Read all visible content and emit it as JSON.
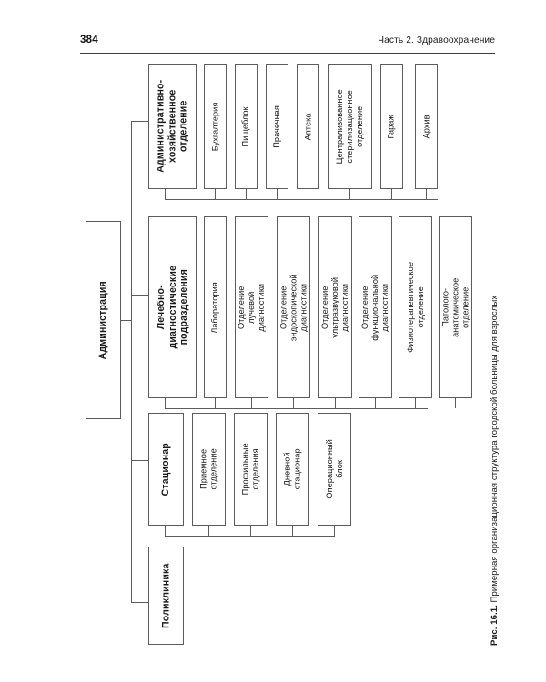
{
  "page": {
    "folio": "384",
    "running_title": "Часть 2. Здравоохранение",
    "caption": "Рис. 16.1. Примерная организационная структура городской больницы для взрослых",
    "caption_prefix": "Рис. 16.1.",
    "caption_text": "Примерная организационная структура городской больницы для взрослых"
  },
  "colors": {
    "ink": "#1a1a1a",
    "line": "#5c5c5c",
    "rule": "#3d3d3d",
    "paper": "#ffffff"
  },
  "chart": {
    "type": "org-chart",
    "orientation": "rotated-90",
    "root": "Администрация",
    "branches": [
      {
        "id": "ahо",
        "label": "Административно-хозяйственное отделение",
        "children": [
          "Бухгалтерия",
          "Пищеблок",
          "Прачечная",
          "Аптека",
          "Централизованное стерилизационное отделение",
          "Гараж",
          "Архив"
        ]
      },
      {
        "id": "ldp",
        "label": "Лечебно-диагностические подразделения",
        "children": [
          "Лаборатория",
          "Отделение лучевой диагностики",
          "Отделение эндоскопической диагностики",
          "Отделение ультразвуковой диагностики",
          "Отделение функциональной диагностики",
          "Физиотерапевтическое отделение",
          "Патолого-анатомическое отделение"
        ]
      },
      {
        "id": "stac",
        "label": "Стационар",
        "children": [
          "Приемное отделение",
          "Профильные отделения",
          "Дневной стационар",
          "Операционный блок"
        ]
      },
      {
        "id": "polik",
        "label": "Поликлиника",
        "children": []
      }
    ]
  }
}
